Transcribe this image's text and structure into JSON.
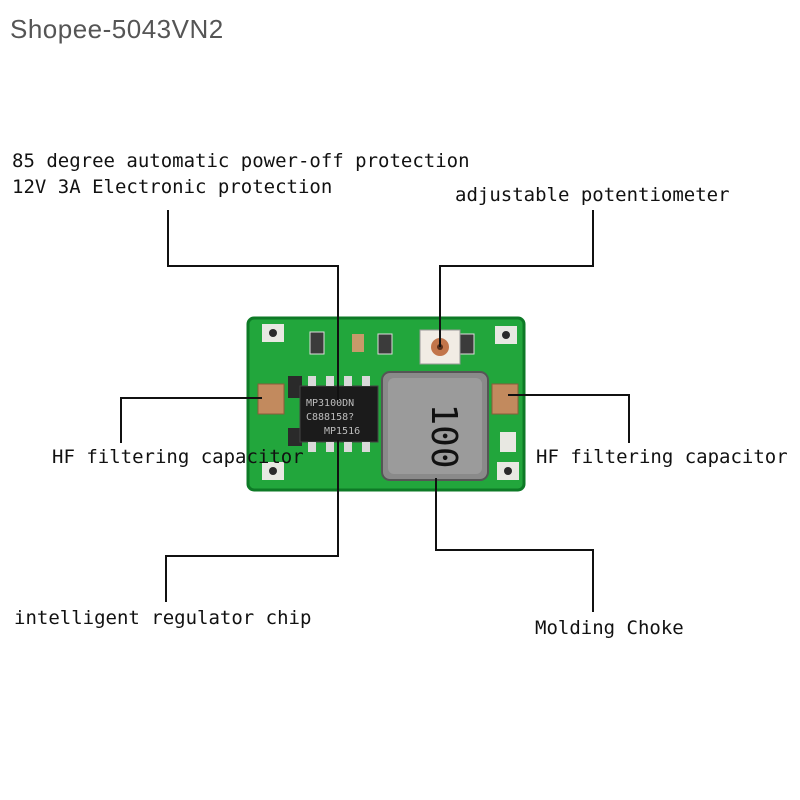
{
  "header": {
    "store_tag": "Shopee-5043VN2"
  },
  "callouts": {
    "thermal": "85 degree automatic power-off protection",
    "protection": "12V 3A Electronic protection",
    "potentiometer": "adjustable potentiometer",
    "cap_left": "HF filtering capacitor",
    "cap_right": "HF filtering capacitor",
    "chip": "intelligent regulator chip",
    "choke": "Molding Choke"
  },
  "board": {
    "chip_marking": [
      "MP3100DN",
      "C888158?",
      "MP1516"
    ],
    "inductor_marking": "100"
  },
  "colors": {
    "pcb": "#1fa03a",
    "pcb_edge": "#0d7a26",
    "line": "#111111",
    "inductor": "#8a8a8a"
  }
}
